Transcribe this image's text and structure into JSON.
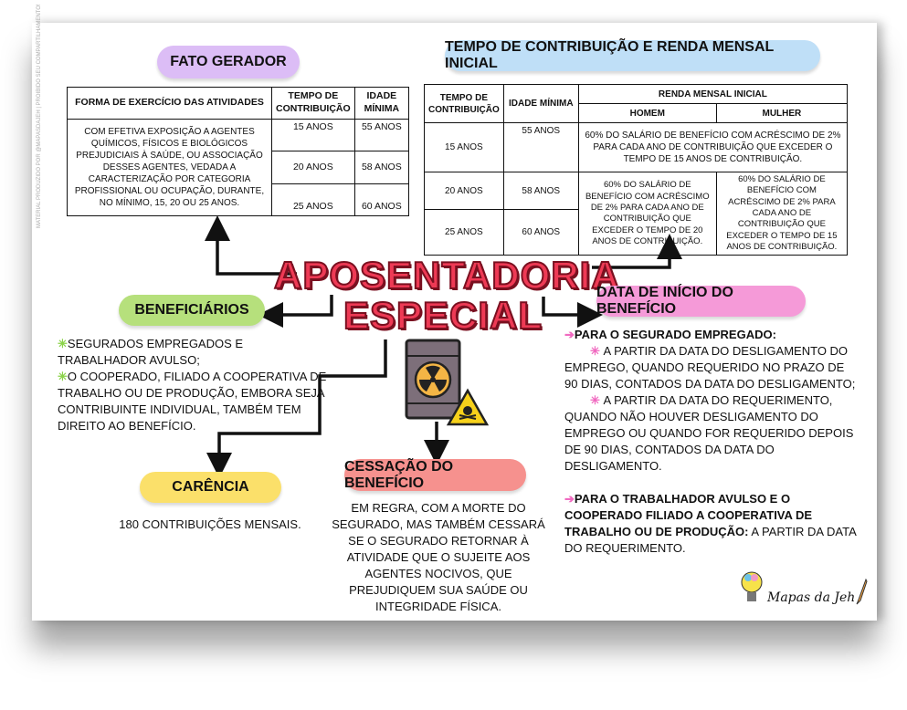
{
  "watermark": "MATERIAL PRODUZIDO POR @MAPASDAJEH | PROIBIDO SEU COMPARTILHAMENTO!",
  "title": {
    "line1": "APOSENTADORIA",
    "line2": "ESPECIAL"
  },
  "fato_gerador": {
    "label": "FATO GERADOR",
    "headers": [
      "FORMA DE EXERCÍCIO DAS ATIVIDADES",
      "TEMPO DE CONTRIBUIÇÃO",
      "IDADE MÍNIMA"
    ],
    "description": "COM EFETIVA EXPOSIÇÃO A AGENTES QUÍMICOS, FÍSICOS E BIOLÓGICOS PREJUDICIAIS À SAÚDE, OU ASSOCIAÇÃO DESSES AGENTES, VEDADA A CARACTERIZAÇÃO POR CATEGORIA PROFISSIONAL OU OCUPAÇÃO, DURANTE, NO MÍNIMO, 15, 20 OU 25 ANOS.",
    "rows": [
      [
        "15 ANOS",
        "55 ANOS"
      ],
      [
        "20 ANOS",
        "58 ANOS"
      ],
      [
        "25 ANOS",
        "60 ANOS"
      ]
    ]
  },
  "tempo": {
    "label": "TEMPO DE CONTRIBUIÇÃO E RENDA MENSAL INICIAL",
    "headers": [
      "TEMPO DE CONTRIBUIÇÃO",
      "IDADE MÍNIMA",
      "RENDA MENSAL INICIAL",
      "HOMEM",
      "MULHER"
    ],
    "rows": [
      [
        "15 ANOS",
        "55 ANOS"
      ],
      [
        "20 ANOS",
        "58 ANOS"
      ],
      [
        "25 ANOS",
        "60 ANOS"
      ]
    ],
    "renda_15": "60% DO SALÁRIO DE BENEFÍCIO COM ACRÉSCIMO DE 2% PARA CADA ANO DE CONTRIBUIÇÃO QUE EXCEDER O TEMPO DE 15 ANOS DE CONTRIBUIÇÃO.",
    "renda_homem": "60% DO SALÁRIO DE BENEFÍCIO COM ACRÉSCIMO DE 2% PARA CADA ANO DE CONTRIBUIÇÃO QUE EXCEDER O TEMPO DE 20 ANOS DE CONTRIBUIÇÃO.",
    "renda_mulher": "60% DO SALÁRIO DE BENEFÍCIO COM ACRÉSCIMO DE 2% PARA CADA ANO DE CONTRIBUIÇÃO QUE EXCEDER O TEMPO DE 15 ANOS DE CONTRIBUIÇÃO."
  },
  "beneficiarios": {
    "label": "BENEFICIÁRIOS",
    "items": [
      "SEGURADOS EMPREGADOS E TRABALHADOR AVULSO;",
      "O COOPERADO, FILIADO A COOPERATIVA DE TRABALHO OU DE PRODUÇÃO, EMBORA SEJA CONTRIBUINTE INDIVIDUAL, TAMBÉM TEM DIREITO AO BENEFÍCIO."
    ]
  },
  "carencia": {
    "label": "CARÊNCIA",
    "text": "180 CONTRIBUIÇÕES MENSAIS."
  },
  "cessacao": {
    "label": "CESSAÇÃO DO BENEFÍCIO",
    "text": "EM REGRA, COM A MORTE DO SEGURADO, MAS TAMBÉM CESSARÁ SE O SEGURADO RETORNAR À ATIVIDADE QUE O SUJEITE AOS AGENTES NOCIVOS, QUE PREJUDIQUEM SUA SAÚDE OU INTEGRIDADE FÍSICA."
  },
  "data_inicio": {
    "label": "DATA DE INÍCIO DO BENEFÍCIO",
    "empregado_title": "PARA O SEGURADO EMPREGADO:",
    "empregado_items": [
      "A PARTIR DA DATA DO DESLIGAMENTO DO EMPREGO, QUANDO REQUERIDO NO PRAZO DE 90 DIAS, CONTADOS DA DATA DO DESLIGAMENTO;",
      "A PARTIR DA DATA DO REQUERIMENTO, QUANDO NÃO HOUVER DESLIGAMENTO DO EMPREGO OU QUANDO FOR REQUERIDO DEPOIS DE 90 DIAS, CONTADOS DA DATA DO DESLIGAMENTO."
    ],
    "avulso_title": "PARA O TRABALHADOR AVULSO E O COOPERADO FILIADO A COOPERATIVA DE TRABALHO OU DE PRODUÇÃO:",
    "avulso_text": " A PARTIR DA DATA DO REQUERIMENTO."
  },
  "logo": "Mapas da Jeh",
  "colors": {
    "purple": "#dcbdf6",
    "blue": "#bfdff7",
    "green": "#b6e07c",
    "yellow": "#fbe06a",
    "salmon": "#f6918e",
    "pink": "#f59ad8",
    "title": "#ee3a55"
  }
}
